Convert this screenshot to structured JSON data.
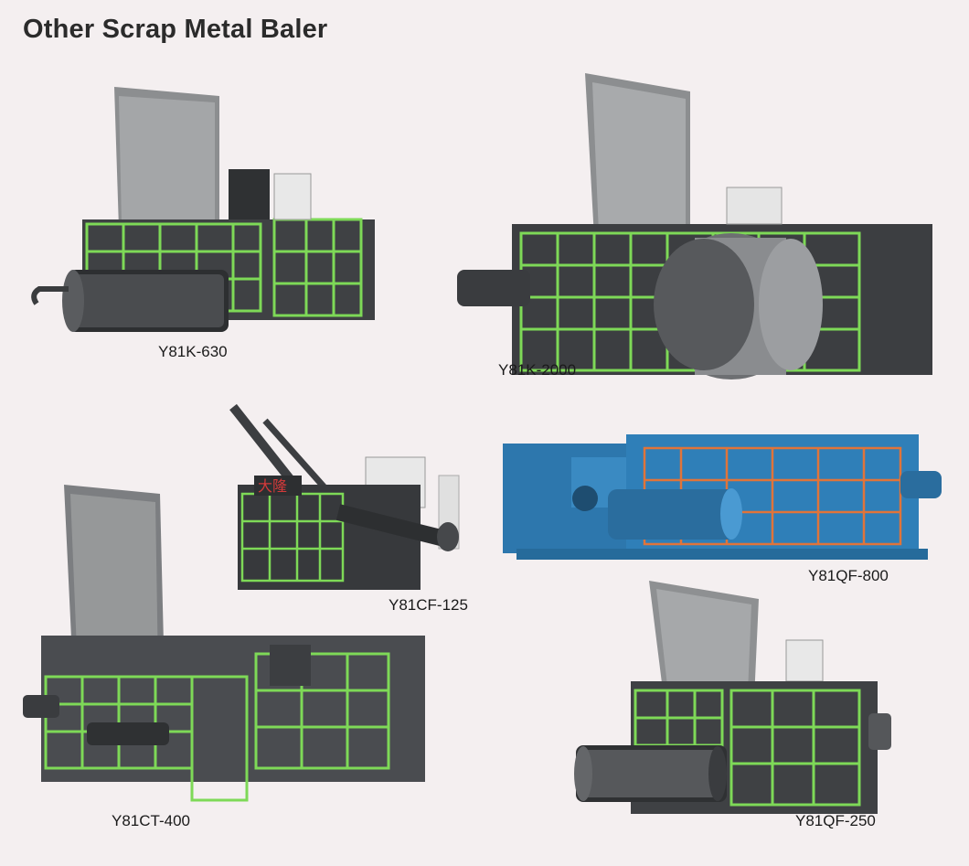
{
  "page": {
    "title": "Other Scrap Metal Baler"
  },
  "machines": [
    {
      "model": "Y81K-630",
      "color": "#4d4f52",
      "accent": "#7ed957"
    },
    {
      "model": "Y81K-2000",
      "color": "#4a4c50",
      "accent": "#7ed957"
    },
    {
      "model": "Y81CF-125",
      "color": "#3f4144",
      "accent": "#7ed957",
      "badge": "大隆"
    },
    {
      "model": "Y81QF-800",
      "color": "#2f7fb8",
      "accent": "#e0743a"
    },
    {
      "model": "Y81CT-400",
      "color": "#55585c",
      "accent": "#7ed957"
    },
    {
      "model": "Y81QF-250",
      "color": "#4d4f52",
      "accent": "#7ed957"
    }
  ]
}
